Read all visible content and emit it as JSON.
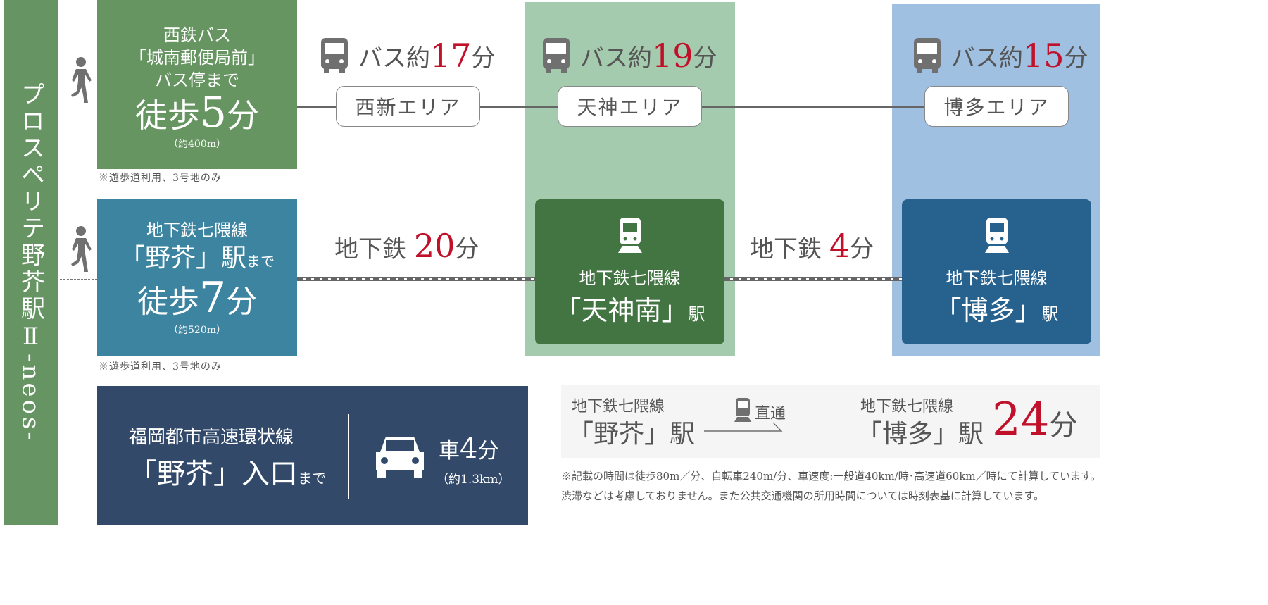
{
  "property_name": "プロスペリテ野芥駅Ⅱ-neos-",
  "walk_bus": {
    "line1": "西鉄バス",
    "line2": "「城南郵便局前」",
    "line3": "バス停まで",
    "walk": "徒歩",
    "minutes": "5",
    "unit": "分",
    "distance": "（約400m）",
    "note": "※遊歩道利用、3号地のみ"
  },
  "walk_subway": {
    "line1": "地下鉄七隈線",
    "line2": "「野芥」駅",
    "suffix": "まで",
    "walk": "徒歩",
    "minutes": "7",
    "unit": "分",
    "distance": "（約520m）",
    "note": "※遊歩道利用、3号地のみ"
  },
  "bus_routes": [
    {
      "prefix": "バス約",
      "minutes": "17",
      "unit": "分",
      "area": "西新エリア"
    },
    {
      "prefix": "バス約",
      "minutes": "19",
      "unit": "分",
      "area": "天神エリア"
    },
    {
      "prefix": "バス約",
      "minutes": "15",
      "unit": "分",
      "area": "博多エリア"
    }
  ],
  "subway_legs": [
    {
      "prefix": "地下鉄 ",
      "minutes": "20",
      "unit": "分"
    },
    {
      "prefix": "地下鉄 ",
      "minutes": "4",
      "unit": "分"
    }
  ],
  "stations": [
    {
      "line": "地下鉄七隈線",
      "name": "「天神南」",
      "suffix": "駅"
    },
    {
      "line": "地下鉄七隈線",
      "name": "「博多」",
      "suffix": "駅"
    }
  ],
  "car": {
    "line1": "福岡都市高速環状線",
    "line2": "「野芥」入口",
    "suffix": "まで",
    "prefix": "車",
    "minutes": "4",
    "unit": "分",
    "distance": "（約1.3km）"
  },
  "direct": {
    "from_line": "地下鉄七隈線",
    "from_name": "「野芥」駅",
    "label": "直通",
    "to_line": "地下鉄七隈線",
    "to_name": "「博多」駅",
    "minutes": "24",
    "unit": "分"
  },
  "footnote": "※記載の時間は徒歩80m／分、自転車240m/分、車速度:一般道40km/時･高速道60km／時にて計算しています。渋滞などは考慮しておりません。また公共交通機関の所用時間については時刻表基に計算しています。",
  "colors": {
    "green": "#669463",
    "teal": "#3d84a0",
    "navy": "#32496a",
    "red": "#c0102a"
  }
}
